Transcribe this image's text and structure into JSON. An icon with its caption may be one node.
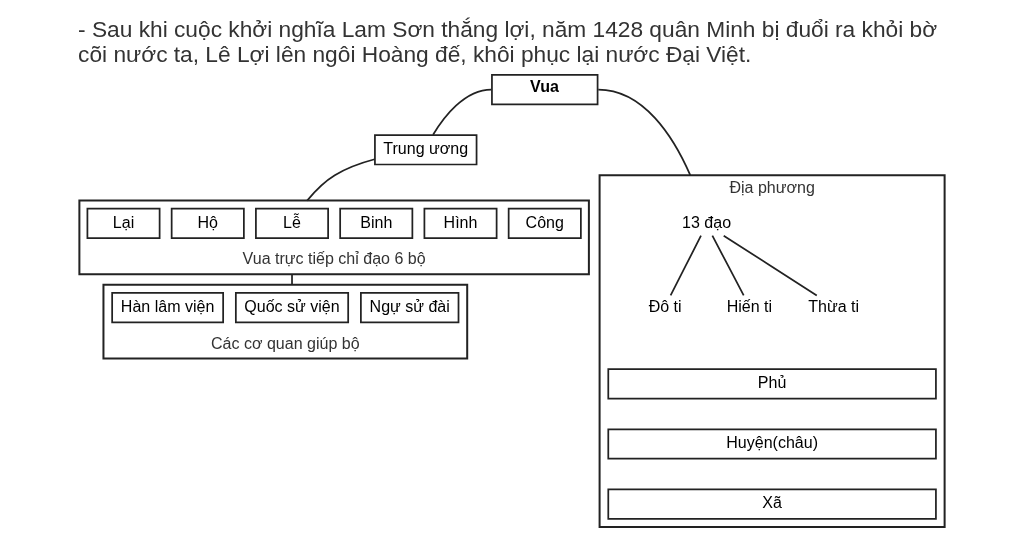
{
  "diagram": {
    "title": "- Sau khi cuộc khởi nghĩa Lam Sơn thắng lợi, năm 1428 quân Minh bị đuổi ra khỏi bờ cõi nước ta, Lê Lợi lên ngôi Hoàng đế, khôi phục lại nước Đại Việt.",
    "nodes": [
      {
        "text": [
          "Vua"
        ]
      },
      {
        "text": [
          "Trung ương"
        ]
      },
      {
        "text": [
          "Vua trực tiếp chỉ đạo 6 bộ"
        ]
      },
      {
        "text": [
          "Lại"
        ],
        "in": 2
      },
      {
        "text": [
          "Hộ"
        ],
        "in": 2
      },
      {
        "text": [
          "Lễ"
        ],
        "in": 2
      },
      {
        "text": [
          "Binh"
        ],
        "in": 2
      },
      {
        "text": [
          "Hình"
        ],
        "in": 2
      },
      {
        "text": [
          "Công"
        ],
        "in": 2
      },
      {
        "text": [
          "Các cơ quan giúp bộ"
        ]
      },
      {
        "text": [
          "Hàn lâm viện"
        ],
        "in": 9
      },
      {
        "text": [
          "Quốc sử viện"
        ],
        "in": 9
      },
      {
        "text": [
          "Ngự sử đài"
        ],
        "in": 9
      },
      {
        "text": [
          "Địa phương"
        ]
      },
      {
        "text": [
          "13 đạo"
        ],
        "in": 13
      },
      {
        "text": [
          "Đô ti"
        ],
        "in": 13
      },
      {
        "text": [
          "Hiến ti"
        ],
        "in": 13
      },
      {
        "text": [
          "Thừa ti"
        ],
        "in": 13
      },
      {
        "text": [
          "Phủ"
        ],
        "in": 13
      },
      {
        "text": [
          "Huyện(châu)"
        ],
        "in": 13
      },
      {
        "text": [
          "Xã"
        ],
        "in": 13
      }
    ],
    "edges": [
      {
        "from": 0,
        "to": 1,
        "arrow": "none"
      },
      {
        "from": 0,
        "to": 13,
        "arrow": "none"
      },
      {
        "from": 1,
        "to": 2,
        "arrow": "none"
      },
      {
        "from": 2,
        "to": 9,
        "arrow": "none"
      },
      {
        "from": 14,
        "to": 15,
        "arrow": "none"
      },
      {
        "from": 14,
        "to": 16,
        "arrow": "none"
      },
      {
        "from": 14,
        "to": 17,
        "arrow": "none"
      }
    ]
  }
}
